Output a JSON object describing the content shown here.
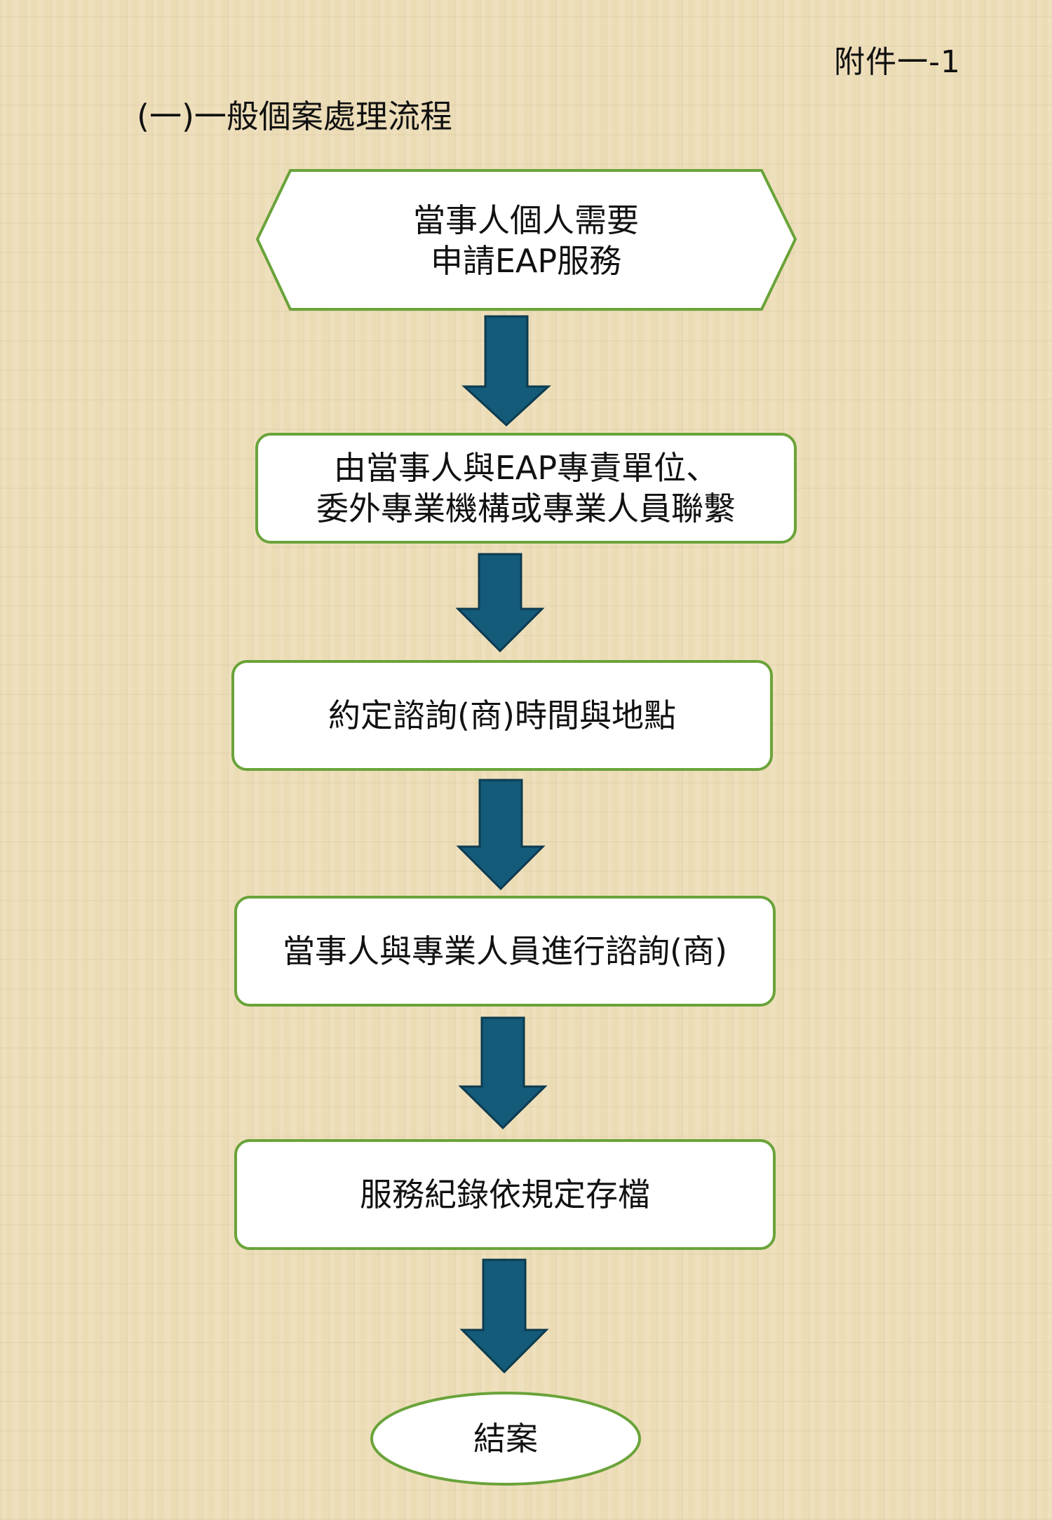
{
  "annex_label": "附件一-1",
  "title": "(一)一般個案處理流程",
  "colors": {
    "arrow": "#145a79",
    "arrow_stroke": "#0d3b50",
    "node_border": "#6aa33a",
    "node_fill": "#ffffff"
  },
  "nodes": [
    {
      "id": "start",
      "text": "當事人個人需要\n申請EAP服務"
    },
    {
      "id": "contact",
      "text": "由當事人與EAP專責單位、\n委外專業機構或專業人員聯繫"
    },
    {
      "id": "schedule",
      "text": "約定諮詢(商)時間與地點"
    },
    {
      "id": "counsel",
      "text": "當事人與專業人員進行諮詢(商)"
    },
    {
      "id": "record",
      "text": "服務紀錄依規定存檔"
    },
    {
      "id": "end",
      "text": "結案"
    }
  ]
}
